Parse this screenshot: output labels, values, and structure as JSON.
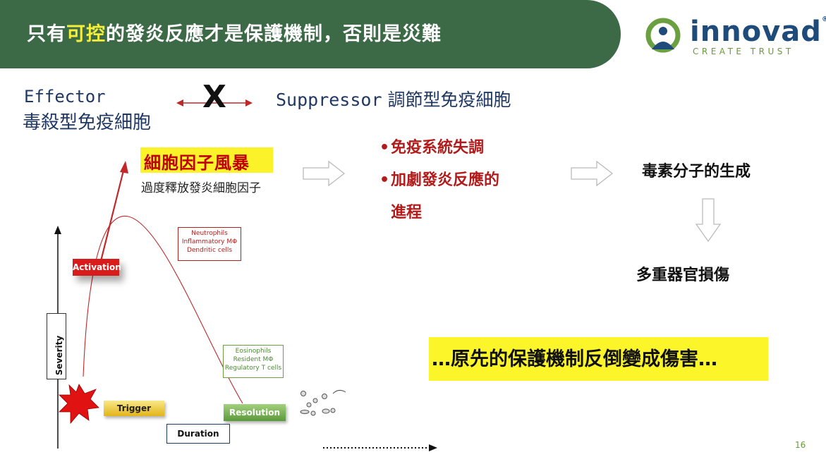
{
  "header": {
    "title_pre": "只有",
    "title_highlight": "可控",
    "title_post": "的發炎反應才是保護機制，否則是災難"
  },
  "logo": {
    "name": "innovad",
    "tagline": "CREATE TRUST",
    "registered": "®"
  },
  "effector": {
    "line1": "Effector",
    "line2": "毒殺型免疫細胞"
  },
  "cross_mark": "X",
  "suppressor": {
    "en": "Suppressor",
    "zh": " 調節型免疫細胞"
  },
  "storm": {
    "title": "細胞因子風暴",
    "subtitle": "過度釋放發炎細胞因子"
  },
  "bullets": [
    {
      "dot": "•",
      "text": "免疫系統失調"
    },
    {
      "dot": "•",
      "text": "加劇發炎反應的"
    },
    {
      "dot": "",
      "text": "進程"
    }
  ],
  "outcomes": {
    "toxins": "毒素分子的生成",
    "organ_damage": "多重器官損傷"
  },
  "banner": "…原先的保護機制反倒變成傷害…",
  "diagram": {
    "red_label": [
      "Neutrophils",
      "Inflammatory MΦ",
      "Dendritic cells"
    ],
    "green_label": [
      "Eosinophils",
      "Resident MΦ",
      "Regulatory T cells"
    ],
    "activation": "Activation",
    "trigger": "Trigger",
    "resolution": "Resolution",
    "duration": "Duration",
    "severity": "Severity"
  },
  "page_number": "16",
  "colors": {
    "header_green": "#3c6a47",
    "highlight_yellow": "#fbf22a",
    "accent_red": "#c00000",
    "navy": "#1f3864"
  }
}
